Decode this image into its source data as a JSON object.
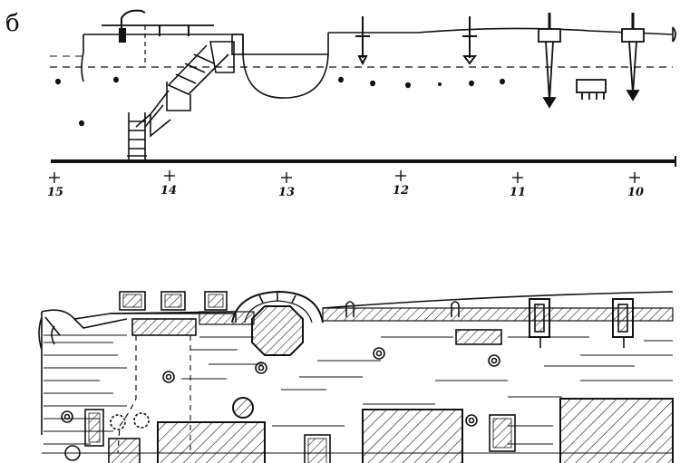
{
  "figure_label": "б",
  "frame_labels": [
    "15",
    "14",
    "13",
    "12",
    "11",
    "10"
  ],
  "colors": {
    "ink": "#111111",
    "paper": "#ffffff"
  }
}
